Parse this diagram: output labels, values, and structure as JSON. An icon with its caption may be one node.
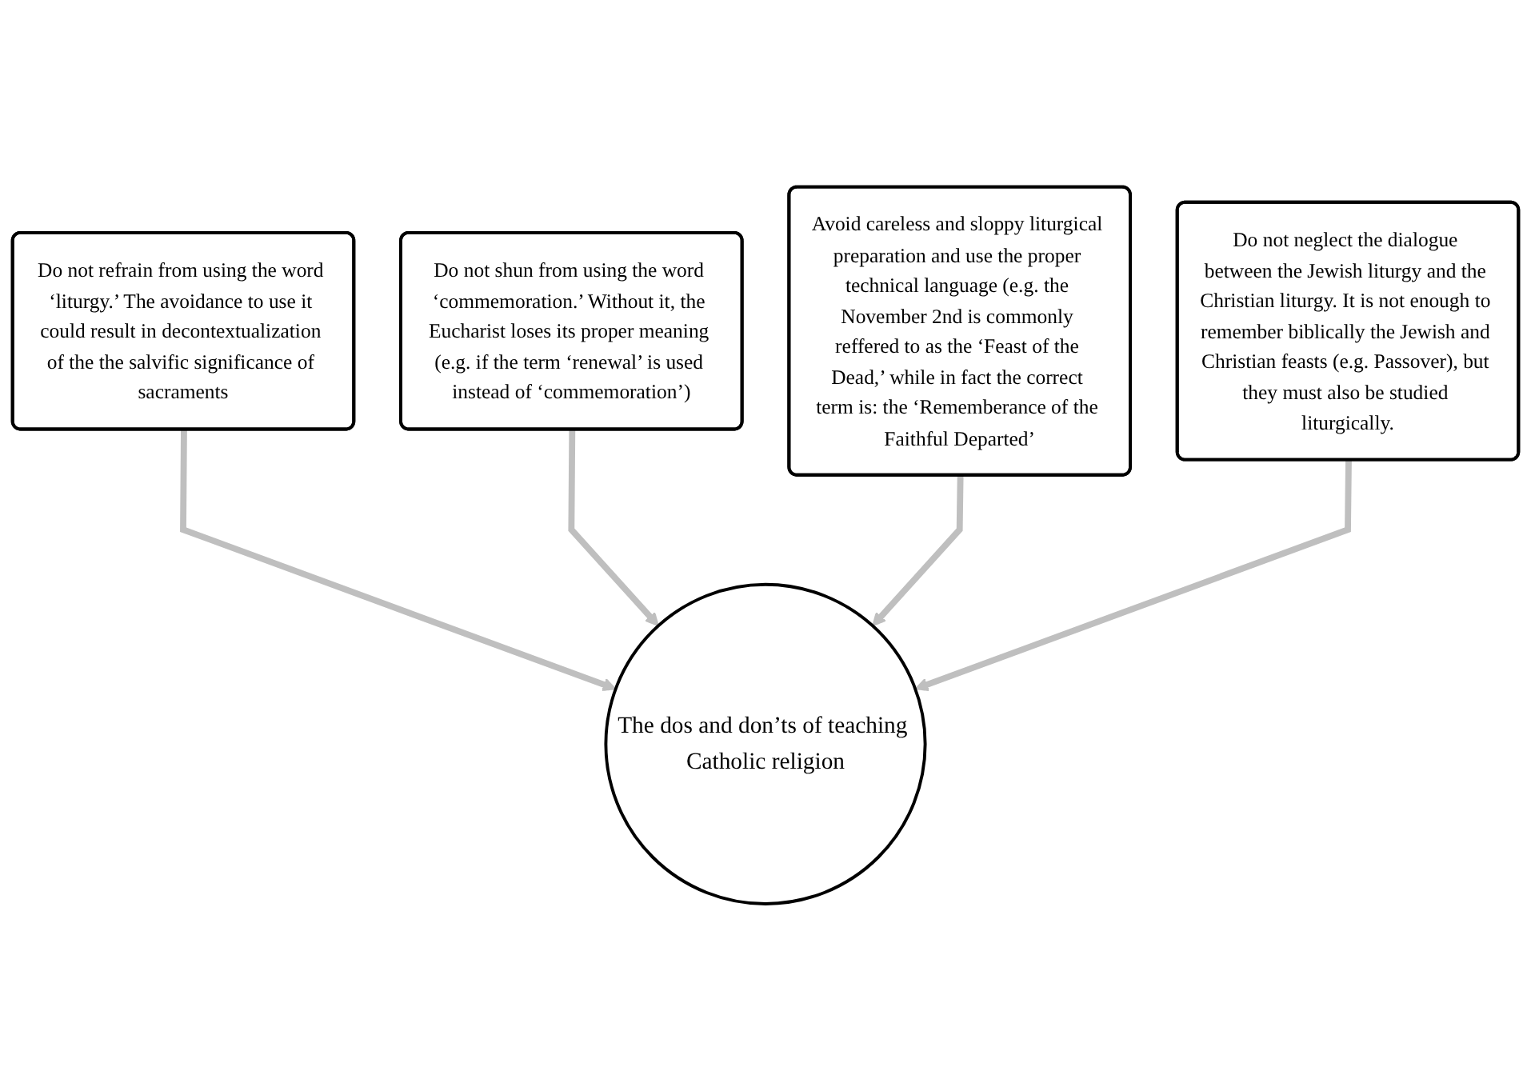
{
  "diagram": {
    "nodes": [
      {
        "text": [
          "Do not refrain from using the word ‘liturgy.’ The avoidance to use it could result in decontextualization of the the salvific significance of sacraments"
        ]
      },
      {
        "text": [
          "Do not shun from using the word ‘commemoration.’ Without it, the Eucharist loses its proper meaning (e.g. if the term ‘renewal’ is used instead of ‘commemoration’)"
        ]
      },
      {
        "text": [
          "Avoid careless and sloppy liturgical preparation and use the proper technical language (e.g. the November 2nd is commonly reffered to as the ‘Feast of the Dead,’ while in fact the correct term is: the ‘Rememberance of the Faithful Departed’"
        ]
      },
      {
        "text": [
          "The dos and don’ts of teaching Catholic religion"
        ]
      },
      {
        "text": [
          "Do not neglect the dialogue between the Jewish liturgy and the Christian liturgy. It is not enough to remember biblically the Jewish and Christian feasts (e.g. Passover), but they must also be studied liturgically."
        ]
      }
    ],
    "edges": [
      {
        "from": 0,
        "to": 3,
        "arrow": "to"
      },
      {
        "from": 1,
        "to": 3,
        "arrow": "to"
      },
      {
        "from": 2,
        "to": 3,
        "arrow": "to"
      },
      {
        "from": 4,
        "to": 3,
        "arrow": "to"
      }
    ]
  }
}
